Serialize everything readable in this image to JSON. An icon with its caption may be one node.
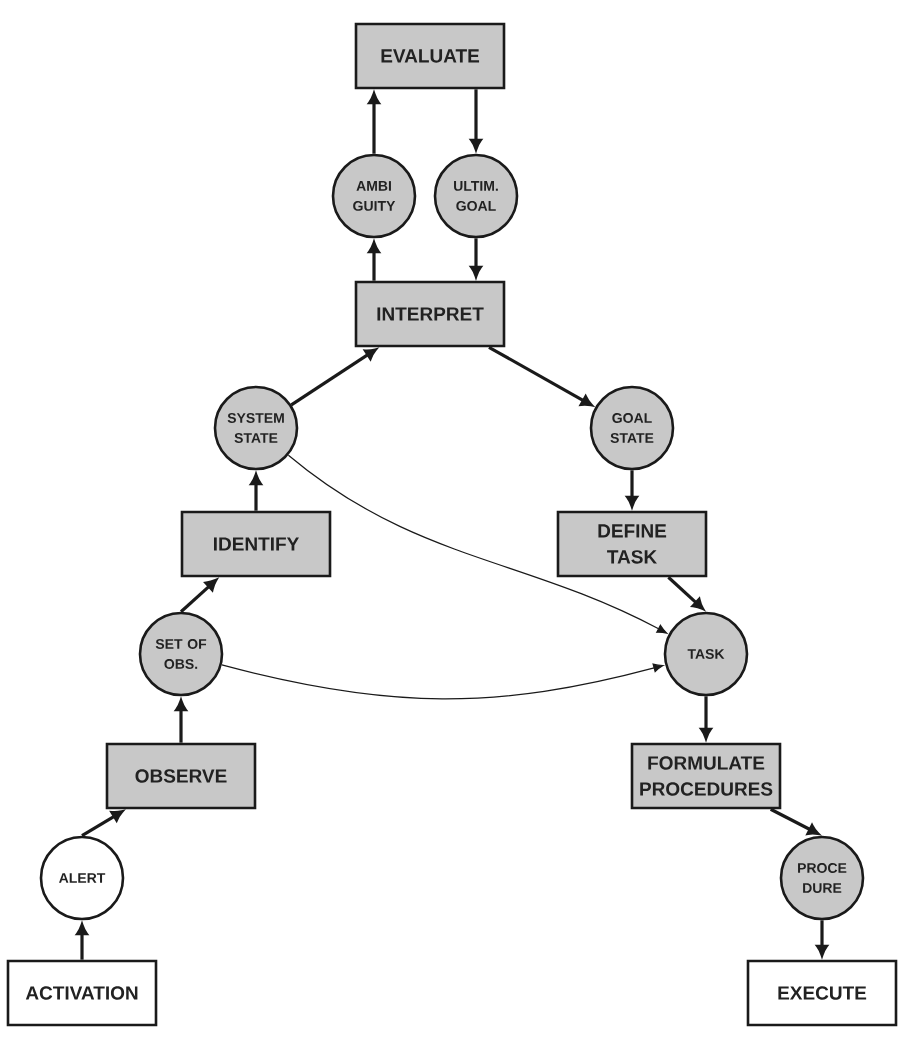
{
  "diagram": {
    "nodes": [
      {
        "text": [
          "EVALUATE"
        ]
      },
      {
        "text": [
          "AMBI GUITY"
        ]
      },
      {
        "text": [
          "ULTIM. GOAL"
        ]
      },
      {
        "text": [
          "INTERPRET"
        ]
      },
      {
        "text": [
          "SYSTEM STATE"
        ]
      },
      {
        "text": [
          "GOAL STATE"
        ]
      },
      {
        "text": [
          "IDENTIFY"
        ]
      },
      {
        "text": [
          "DEFINE TASK"
        ]
      },
      {
        "text": [
          "SET OF OBS."
        ]
      },
      {
        "text": [
          "TASK"
        ]
      },
      {
        "text": [
          "OBSERVE"
        ]
      },
      {
        "text": [
          "FORMULATE PROCEDURES"
        ]
      },
      {
        "text": [
          "ALERT"
        ]
      },
      {
        "text": [
          "PROCE DURE"
        ]
      },
      {
        "text": [
          "ACTIVATION"
        ]
      },
      {
        "text": [
          "EXECUTE"
        ]
      }
    ],
    "edges": [
      {
        "from": 14,
        "to": 12,
        "arrow": "to"
      },
      {
        "from": 12,
        "to": 10,
        "arrow": "to"
      },
      {
        "from": 10,
        "to": 8,
        "arrow": "to"
      },
      {
        "from": 8,
        "to": 6,
        "arrow": "to"
      },
      {
        "from": 6,
        "to": 4,
        "arrow": "to"
      },
      {
        "from": 4,
        "to": 3,
        "arrow": "to"
      },
      {
        "from": 3,
        "to": 1,
        "arrow": "to"
      },
      {
        "from": 1,
        "to": 0,
        "arrow": "to"
      },
      {
        "from": 0,
        "to": 2,
        "arrow": "to"
      },
      {
        "from": 2,
        "to": 3,
        "arrow": "to"
      },
      {
        "from": 3,
        "to": 5,
        "arrow": "to"
      },
      {
        "from": 5,
        "to": 7,
        "arrow": "to"
      },
      {
        "from": 7,
        "to": 9,
        "arrow": "to"
      },
      {
        "from": 9,
        "to": 11,
        "arrow": "to"
      },
      {
        "from": 11,
        "to": 13,
        "arrow": "to"
      },
      {
        "from": 13,
        "to": 15,
        "arrow": "to"
      },
      {
        "from": 4,
        "to": 9,
        "arrow": "to"
      },
      {
        "from": 8,
        "to": 9,
        "arrow": "to"
      }
    ]
  }
}
